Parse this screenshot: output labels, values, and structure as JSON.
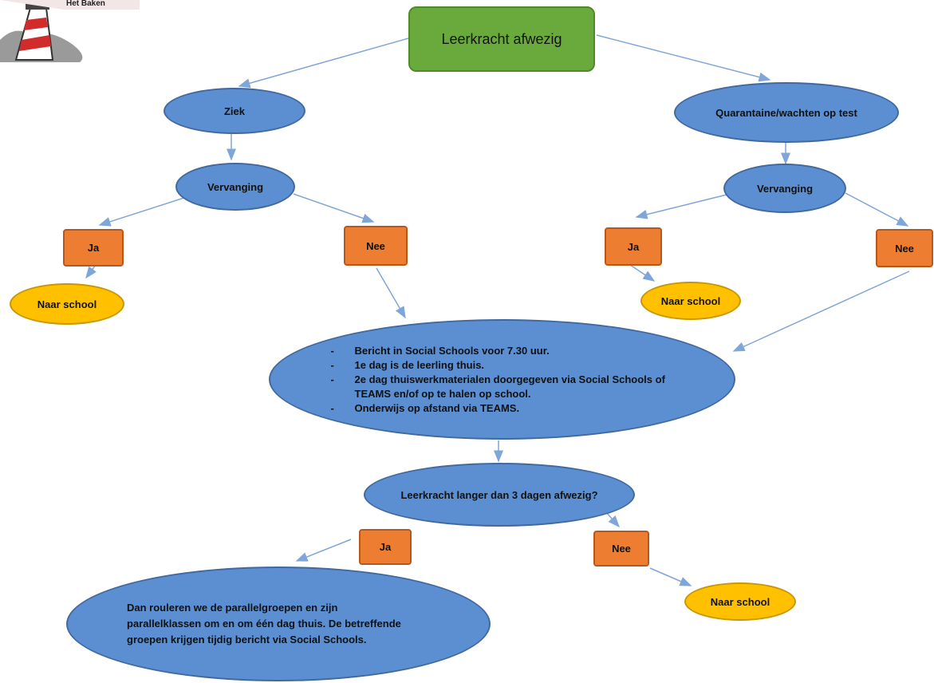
{
  "logo": {
    "name": "Het Baken",
    "icon": "lighthouse-logo-icon"
  },
  "nodes": {
    "root": "Leerkracht afwezig",
    "ziek": "Ziek",
    "quarantaine": "Quarantaine/wachten op test",
    "vervanging_left": "Vervanging",
    "vervanging_right": "Vervanging",
    "ja_left": "Ja",
    "nee_left": "Nee",
    "ja_right": "Ja",
    "nee_right": "Nee",
    "naar_school_left": "Naar school",
    "naar_school_right": "Naar school",
    "bericht_items": [
      "Bericht in Social Schools voor 7.30 uur.",
      "1e dag is de leerling thuis.",
      "2e dag thuiswerkmaterialen doorgegeven via Social Schools of TEAMS en/of op te halen op school.",
      "Onderwijs op afstand via TEAMS."
    ],
    "langer": "Leerkracht langer dan 3 dagen afwezig?",
    "ja_bottom": "Ja",
    "nee_bottom": "Nee",
    "naar_school_bottom": "Naar school",
    "rouleren": "Dan rouleren we de parallelgroepen en zijn parallelklassen om en om één dag thuis.  De betreffende groepen krijgen tijdig bericht via Social Schools."
  },
  "colors": {
    "root": "#6aaa3c",
    "decision": "#5b8fd2",
    "answer": "#ed7d31",
    "outcome": "#ffc000",
    "arrow": "#7fa6d8"
  }
}
